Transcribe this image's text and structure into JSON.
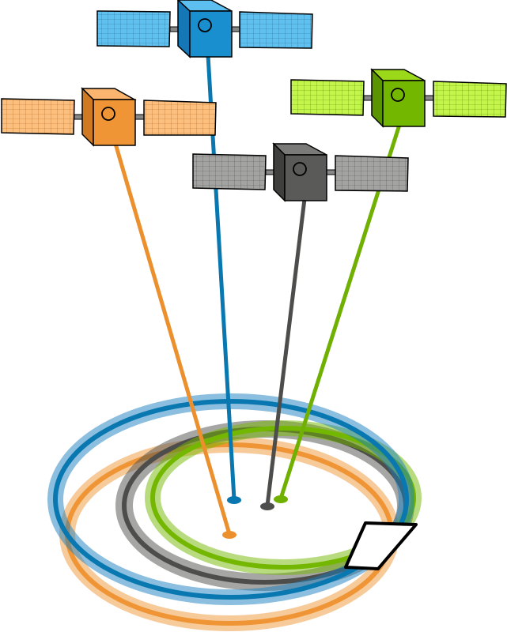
{
  "diagram": {
    "type": "satellite-positioning-illustration",
    "satellites": [
      {
        "name": "satellite-blue",
        "color": "#1a8fd0",
        "panel_color": "#5fc1f0",
        "line_color": "#0a78b0",
        "ring_color": "#1a7fbf"
      },
      {
        "name": "satellite-orange",
        "color": "#ef9535",
        "panel_color": "#fbbf7f",
        "line_color": "#ec902d",
        "ring_color": "#ef9535"
      },
      {
        "name": "satellite-gray",
        "color": "#5a5a58",
        "panel_color": "#a3a3a1",
        "line_color": "#4d4d4b",
        "ring_color": "#4d4d4b"
      },
      {
        "name": "satellite-green",
        "color": "#74b700",
        "panel_color": "#c3f54a",
        "line_color": "#6fb000",
        "ring_color": "#74b700"
      }
    ],
    "receiver": {
      "name": "receiver-device",
      "color": "#ffffff",
      "outline": "#000000"
    }
  }
}
